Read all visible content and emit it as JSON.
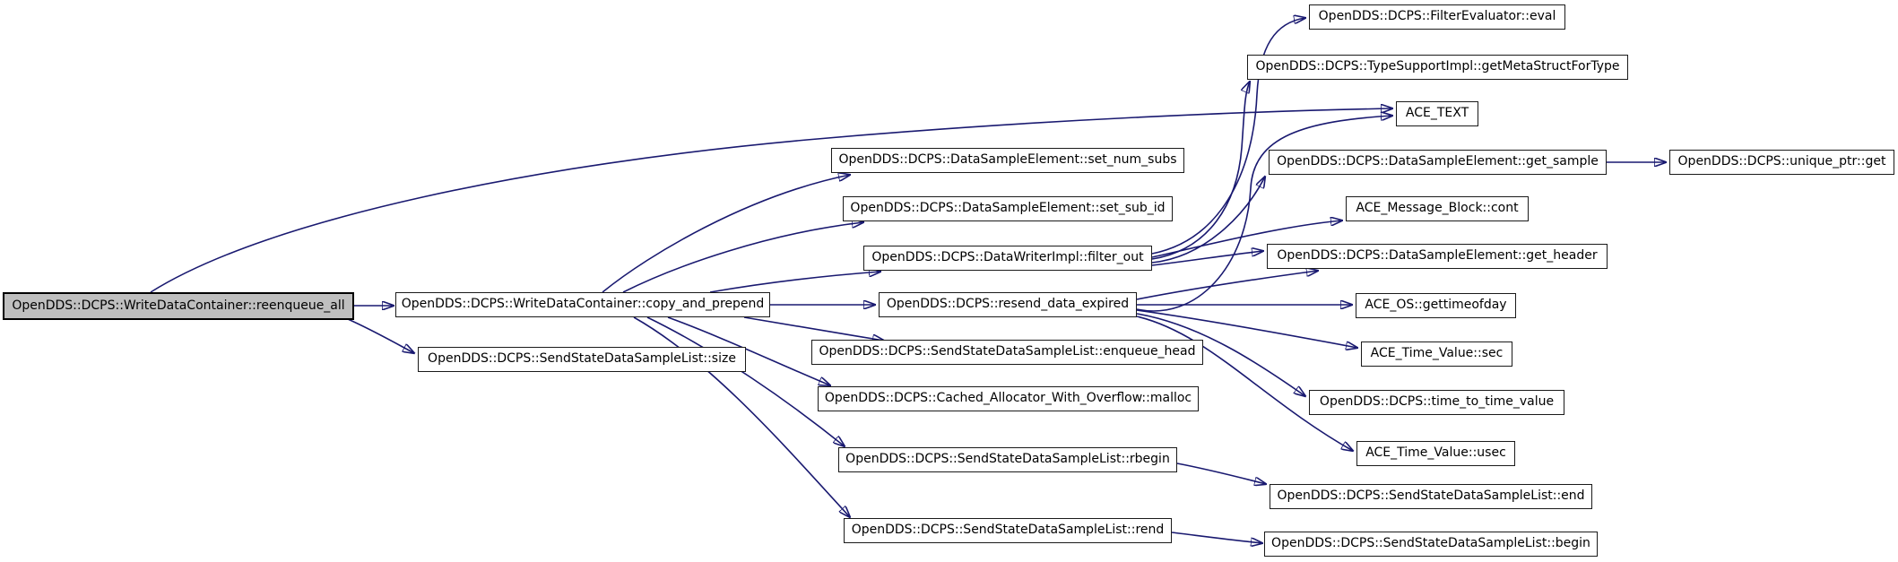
{
  "diagram": {
    "type": "call-graph",
    "colors": {
      "background": "#ffffff",
      "edge": "#191970",
      "node_border": "#1a1a1a",
      "node_fill": "#ffffff",
      "highlight_fill": "#bfbfbf",
      "text": "#000000"
    },
    "nodes": [
      {
        "id": "reenqueue_all",
        "label": "OpenDDS::DCPS::WriteDataContainer::reenqueue_all",
        "highlighted": true
      },
      {
        "id": "copy_and_prepend",
        "label": "OpenDDS::DCPS::WriteDataContainer::copy_and_prepend"
      },
      {
        "id": "size",
        "label": "OpenDDS::DCPS::SendStateDataSampleList::size"
      },
      {
        "id": "set_num_subs",
        "label": "OpenDDS::DCPS::DataSampleElement::set_num_subs"
      },
      {
        "id": "set_sub_id",
        "label": "OpenDDS::DCPS::DataSampleElement::set_sub_id"
      },
      {
        "id": "filter_out",
        "label": "OpenDDS::DCPS::DataWriterImpl::filter_out"
      },
      {
        "id": "resend_data_expired",
        "label": "OpenDDS::DCPS::resend_data_expired"
      },
      {
        "id": "enqueue_head",
        "label": "OpenDDS::DCPS::SendStateDataSampleList::enqueue_head"
      },
      {
        "id": "malloc",
        "label": "OpenDDS::DCPS::Cached_Allocator_With_Overflow::malloc"
      },
      {
        "id": "rbegin",
        "label": "OpenDDS::DCPS::SendStateDataSampleList::rbegin"
      },
      {
        "id": "rend",
        "label": "OpenDDS::DCPS::SendStateDataSampleList::rend"
      },
      {
        "id": "eval",
        "label": "OpenDDS::DCPS::FilterEvaluator::eval"
      },
      {
        "id": "getMetaStructForType",
        "label": "OpenDDS::DCPS::TypeSupportImpl::getMetaStructForType"
      },
      {
        "id": "ace_text",
        "label": "ACE_TEXT"
      },
      {
        "id": "get_sample",
        "label": "OpenDDS::DCPS::DataSampleElement::get_sample"
      },
      {
        "id": "cont",
        "label": "ACE_Message_Block::cont"
      },
      {
        "id": "get_header",
        "label": "OpenDDS::DCPS::DataSampleElement::get_header"
      },
      {
        "id": "gettimeofday",
        "label": "ACE_OS::gettimeofday"
      },
      {
        "id": "sec",
        "label": "ACE_Time_Value::sec"
      },
      {
        "id": "time_to_time_value",
        "label": "OpenDDS::DCPS::time_to_time_value"
      },
      {
        "id": "usec",
        "label": "ACE_Time_Value::usec"
      },
      {
        "id": "end",
        "label": "OpenDDS::DCPS::SendStateDataSampleList::end"
      },
      {
        "id": "begin",
        "label": "OpenDDS::DCPS::SendStateDataSampleList::begin"
      },
      {
        "id": "unique_ptr_get",
        "label": "OpenDDS::DCPS::unique_ptr::get"
      }
    ],
    "edges": [
      {
        "from": "reenqueue_all",
        "to": "copy_and_prepend"
      },
      {
        "from": "reenqueue_all",
        "to": "size"
      },
      {
        "from": "reenqueue_all",
        "to": "ace_text"
      },
      {
        "from": "copy_and_prepend",
        "to": "set_num_subs"
      },
      {
        "from": "copy_and_prepend",
        "to": "set_sub_id"
      },
      {
        "from": "copy_and_prepend",
        "to": "filter_out"
      },
      {
        "from": "copy_and_prepend",
        "to": "resend_data_expired"
      },
      {
        "from": "copy_and_prepend",
        "to": "enqueue_head"
      },
      {
        "from": "copy_and_prepend",
        "to": "malloc"
      },
      {
        "from": "copy_and_prepend",
        "to": "rbegin"
      },
      {
        "from": "copy_and_prepend",
        "to": "rend"
      },
      {
        "from": "filter_out",
        "to": "eval"
      },
      {
        "from": "filter_out",
        "to": "getMetaStructForType"
      },
      {
        "from": "filter_out",
        "to": "get_sample"
      },
      {
        "from": "filter_out",
        "to": "cont"
      },
      {
        "from": "filter_out",
        "to": "get_header"
      },
      {
        "from": "resend_data_expired",
        "to": "ace_text"
      },
      {
        "from": "resend_data_expired",
        "to": "get_header"
      },
      {
        "from": "resend_data_expired",
        "to": "gettimeofday"
      },
      {
        "from": "resend_data_expired",
        "to": "sec"
      },
      {
        "from": "resend_data_expired",
        "to": "time_to_time_value"
      },
      {
        "from": "resend_data_expired",
        "to": "usec"
      },
      {
        "from": "rbegin",
        "to": "end"
      },
      {
        "from": "rend",
        "to": "begin"
      },
      {
        "from": "get_sample",
        "to": "unique_ptr_get"
      }
    ]
  }
}
